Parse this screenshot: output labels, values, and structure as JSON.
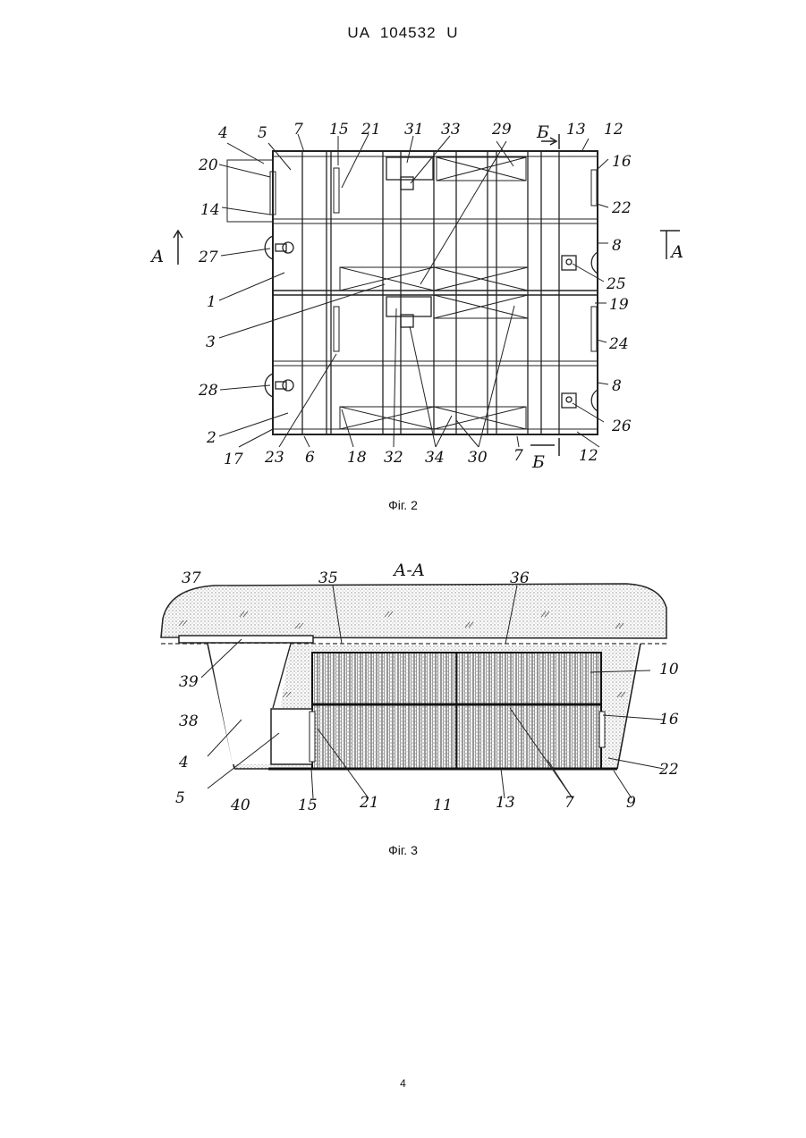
{
  "header": {
    "patent_number": "UA 104532 U"
  },
  "figure2": {
    "caption": "Фіг. 2",
    "section_marks": {
      "aa_left": "А",
      "aa_right": "А",
      "bb_top": "Б",
      "bb_bottom": "Б"
    },
    "labels": {
      "l4": "4",
      "l5": "5",
      "l7a": "7",
      "l15": "15",
      "l21": "21",
      "l31": "31",
      "l33": "33",
      "l29": "29",
      "l13": "13",
      "l12a": "12",
      "l20": "20",
      "l16": "16",
      "l14": "14",
      "l22": "22",
      "l27": "27",
      "l8a": "8",
      "l25": "25",
      "l1": "1",
      "l3": "3",
      "l19": "19",
      "l24": "24",
      "l28": "28",
      "l8b": "8",
      "l26": "26",
      "l2": "2",
      "l17": "17",
      "l23": "23",
      "l6": "6",
      "l18": "18",
      "l32": "32",
      "l34": "34",
      "l30": "30",
      "l7b": "7",
      "l12b": "12"
    }
  },
  "figure3": {
    "caption": "Фіг. 3",
    "section_title": "А-А",
    "labels": {
      "l37": "37",
      "l35": "35",
      "l36": "36",
      "l10": "10",
      "l39": "39",
      "l38": "38",
      "l16": "16",
      "l4": "4",
      "l22": "22",
      "l5": "5",
      "l40": "40",
      "l15": "15",
      "l21": "21",
      "l11": "11",
      "l13": "13",
      "l7": "7",
      "l9": "9"
    }
  },
  "footer": {
    "page_number": "4"
  }
}
